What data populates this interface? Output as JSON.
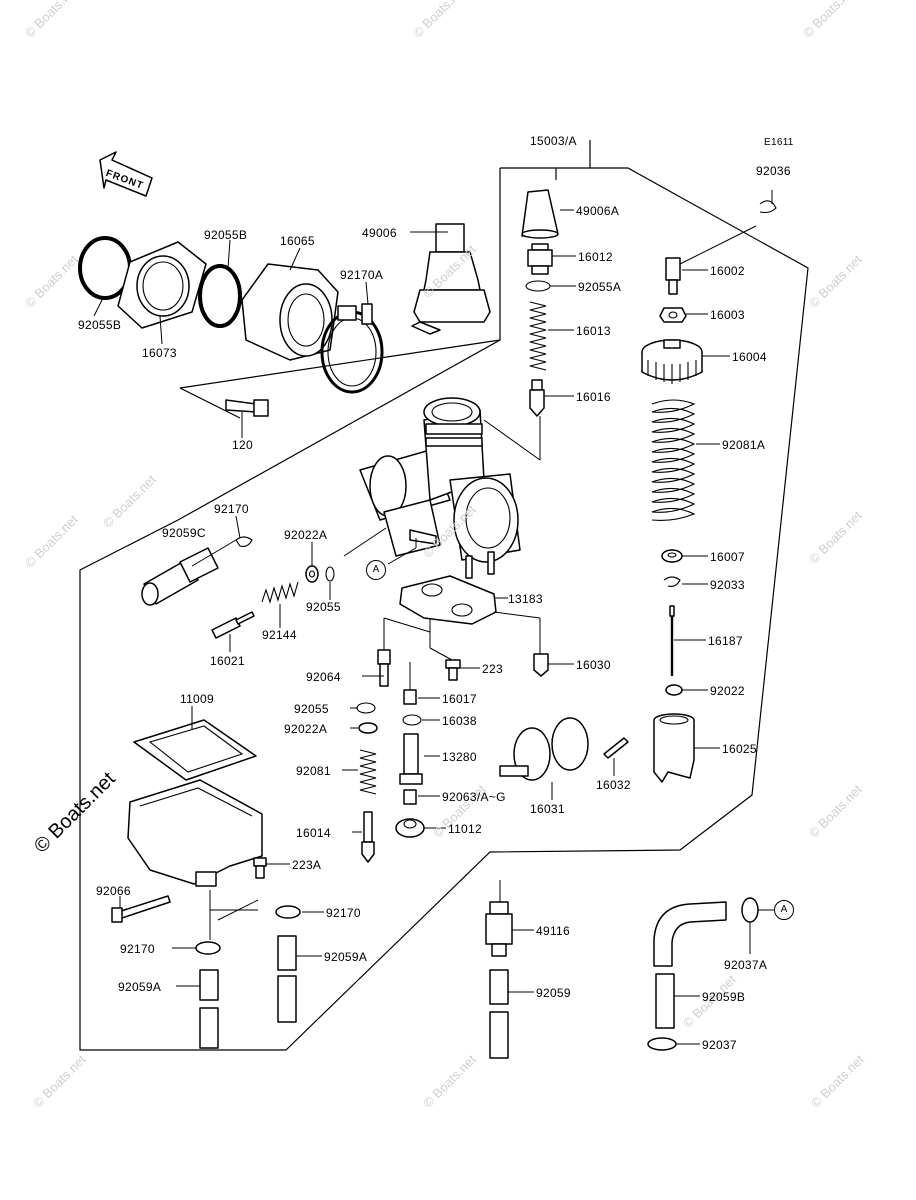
{
  "figure_code": "E1611",
  "front_label": "FRONT",
  "callout_letter": "A",
  "watermarks": [
    "© Boats.net",
    "© Boats.net",
    "© Boats.net",
    "© Boats.net",
    "© Boats.net",
    "© Boats.net",
    "© Boats.net",
    "© Boats.net",
    "© Boats.net",
    "© Boats.net",
    "© Boats.net",
    "© Boats.net",
    "© Boats.net",
    "© Boats.net",
    "© Boats.net",
    "© Boats.net"
  ],
  "watermark_large": "© Boats.net",
  "labels": {
    "p15003": "15003/A",
    "p92036": "92036",
    "p49006A": "49006A",
    "p49006": "49006",
    "p16012": "16012",
    "p16002": "16002",
    "p92055A": "92055A",
    "p16003": "16003",
    "p16013": "16013",
    "p16004": "16004",
    "p16016": "16016",
    "p92081A": "92081A",
    "p92055B_left": "92055B",
    "p16073": "16073",
    "p92055B_top": "92055B",
    "p16065": "16065",
    "p92170A": "92170A",
    "p120": "120",
    "p92170_a": "92170",
    "p92059C": "92059C",
    "p92022A_a": "92022A",
    "p92055_a": "92055",
    "p92144": "92144",
    "p16021": "16021",
    "p16007": "16007",
    "p92033": "92033",
    "p13183": "13183",
    "p16187": "16187",
    "p92064": "92064",
    "p223": "223",
    "p16030": "16030",
    "p92022": "92022",
    "p11009": "11009",
    "p92055_b": "92055",
    "p16017": "16017",
    "p92022A_b": "92022A",
    "p16038": "16038",
    "p16025": "16025",
    "p13280": "13280",
    "p92081": "92081",
    "p92063": "92063/A~G",
    "p16032": "16032",
    "p16031": "16031",
    "p16014": "16014",
    "p11012": "11012",
    "p223A": "223A",
    "p92066": "92066",
    "p92170_b": "92170",
    "p49116": "49116",
    "p92170_c": "92170",
    "p92059A_a": "92059A",
    "p92037A": "92037A",
    "p92059A_b": "92059A",
    "p92059": "92059",
    "p92059B": "92059B",
    "p92037": "92037"
  }
}
